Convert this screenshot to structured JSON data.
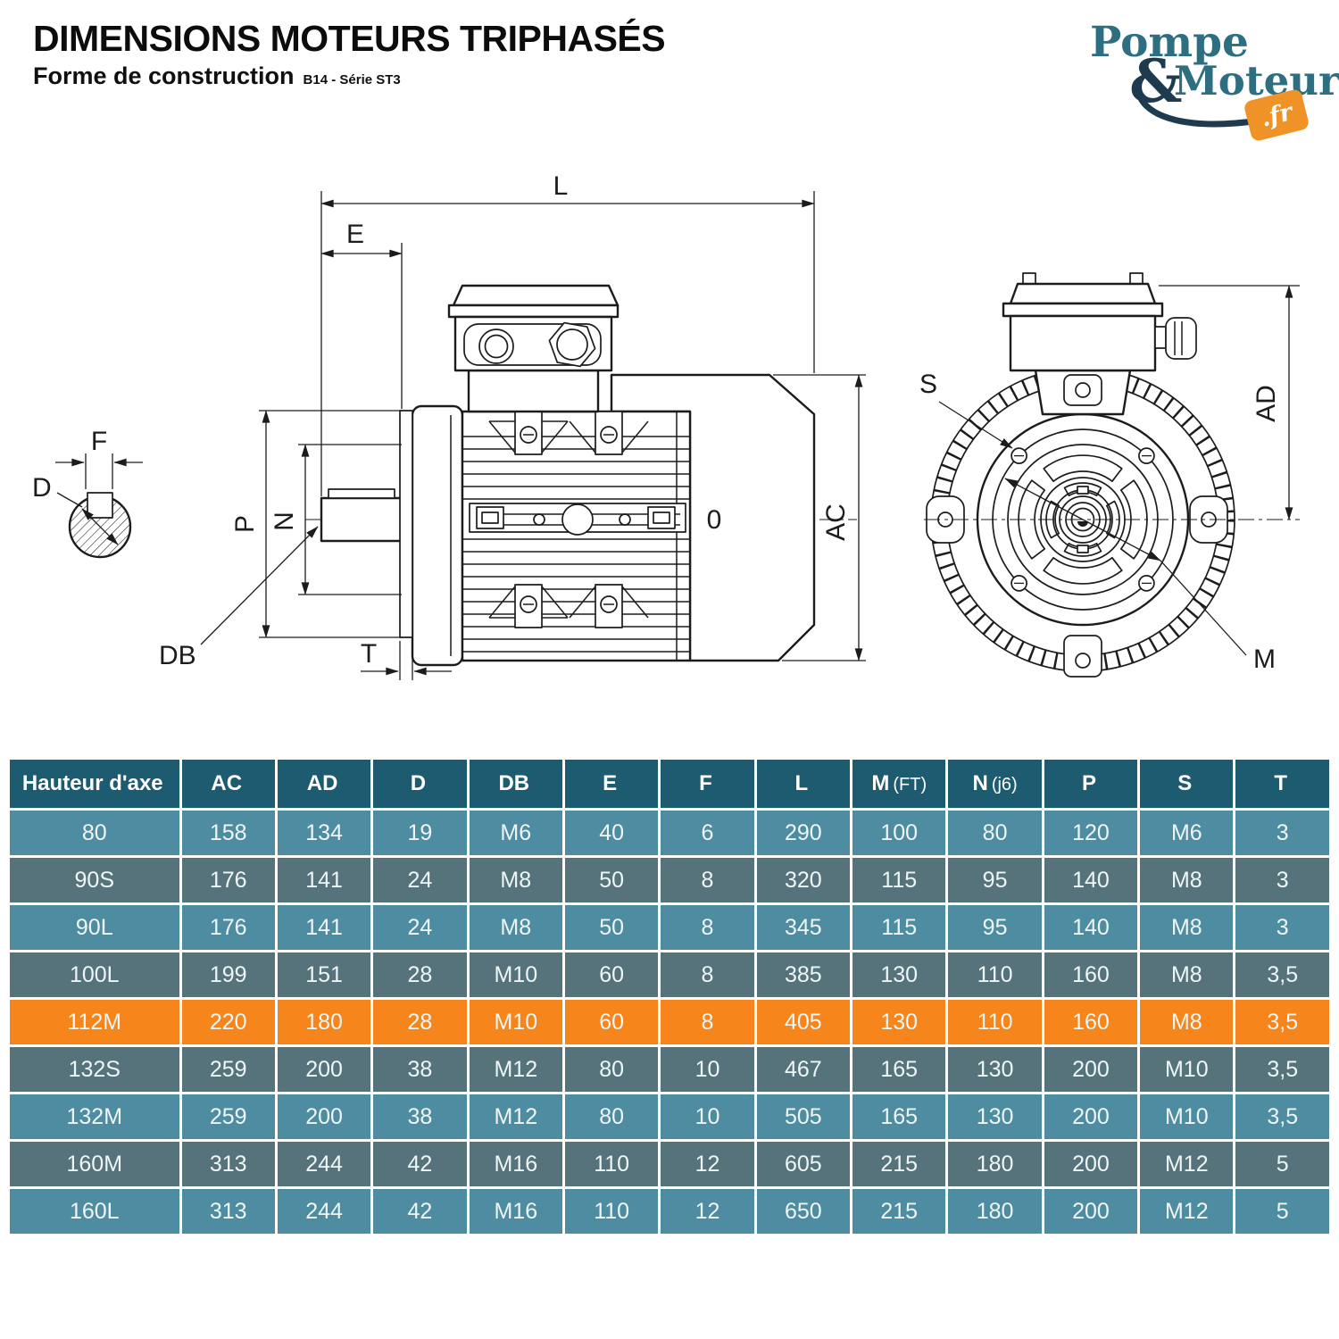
{
  "header": {
    "title": "DIMENSIONS MOTEURS TRIPHASÉS",
    "subtitle": "Forme de construction",
    "note": "B14 - Série ST3"
  },
  "logo": {
    "word1": "Pompe",
    "amp": "&",
    "word2": "Moteur",
    "badge": ".fr",
    "teal": "#2d6f80",
    "navy": "#1d3a4f",
    "orange": "#ef9227"
  },
  "diagram": {
    "labels": {
      "L": "L",
      "E": "E",
      "F": "F",
      "D": "D",
      "P": "P",
      "N": "N",
      "DB": "DB",
      "T": "T",
      "AC": "AC",
      "O": "0",
      "S": "S",
      "AD": "AD",
      "M": "M"
    }
  },
  "table": {
    "columns": [
      {
        "main": "Hauteur d'axe",
        "sub": ""
      },
      {
        "main": "AC",
        "sub": ""
      },
      {
        "main": "AD",
        "sub": ""
      },
      {
        "main": "D",
        "sub": ""
      },
      {
        "main": "DB",
        "sub": ""
      },
      {
        "main": "E",
        "sub": ""
      },
      {
        "main": "F",
        "sub": ""
      },
      {
        "main": "L",
        "sub": ""
      },
      {
        "main": "M",
        "sub": "(FT)"
      },
      {
        "main": "N",
        "sub": "(j6)"
      },
      {
        "main": "P",
        "sub": ""
      },
      {
        "main": "S",
        "sub": ""
      },
      {
        "main": "T",
        "sub": ""
      }
    ],
    "rows": [
      {
        "name": "80",
        "values": [
          "158",
          "134",
          "19",
          "M6",
          "40",
          "6",
          "290",
          "100",
          "80",
          "120",
          "M6",
          "3"
        ],
        "highlight": false
      },
      {
        "name": "90S",
        "values": [
          "176",
          "141",
          "24",
          "M8",
          "50",
          "8",
          "320",
          "115",
          "95",
          "140",
          "M8",
          "3"
        ],
        "highlight": false
      },
      {
        "name": "90L",
        "values": [
          "176",
          "141",
          "24",
          "M8",
          "50",
          "8",
          "345",
          "115",
          "95",
          "140",
          "M8",
          "3"
        ],
        "highlight": false
      },
      {
        "name": "100L",
        "values": [
          "199",
          "151",
          "28",
          "M10",
          "60",
          "8",
          "385",
          "130",
          "110",
          "160",
          "M8",
          "3,5"
        ],
        "highlight": false
      },
      {
        "name": "112M",
        "values": [
          "220",
          "180",
          "28",
          "M10",
          "60",
          "8",
          "405",
          "130",
          "110",
          "160",
          "M8",
          "3,5"
        ],
        "highlight": true
      },
      {
        "name": "132S",
        "values": [
          "259",
          "200",
          "38",
          "M12",
          "80",
          "10",
          "467",
          "165",
          "130",
          "200",
          "M10",
          "3,5"
        ],
        "highlight": false
      },
      {
        "name": "132M",
        "values": [
          "259",
          "200",
          "38",
          "M12",
          "80",
          "10",
          "505",
          "165",
          "130",
          "200",
          "M10",
          "3,5"
        ],
        "highlight": false
      },
      {
        "name": "160M",
        "values": [
          "313",
          "244",
          "42",
          "M16",
          "110",
          "12",
          "605",
          "215",
          "180",
          "200",
          "M12",
          "5"
        ],
        "highlight": false
      },
      {
        "name": "160L",
        "values": [
          "313",
          "244",
          "42",
          "M16",
          "110",
          "12",
          "650",
          "215",
          "180",
          "200",
          "M12",
          "5"
        ],
        "highlight": false
      }
    ],
    "colors": {
      "header": "#1d5b70",
      "row_light": "#4e8ca2",
      "row_dark": "#56737c",
      "highlight": "#f6861c",
      "grid": "#ffffff",
      "text": "#eef6f6",
      "header_text": "#ffffff"
    }
  }
}
